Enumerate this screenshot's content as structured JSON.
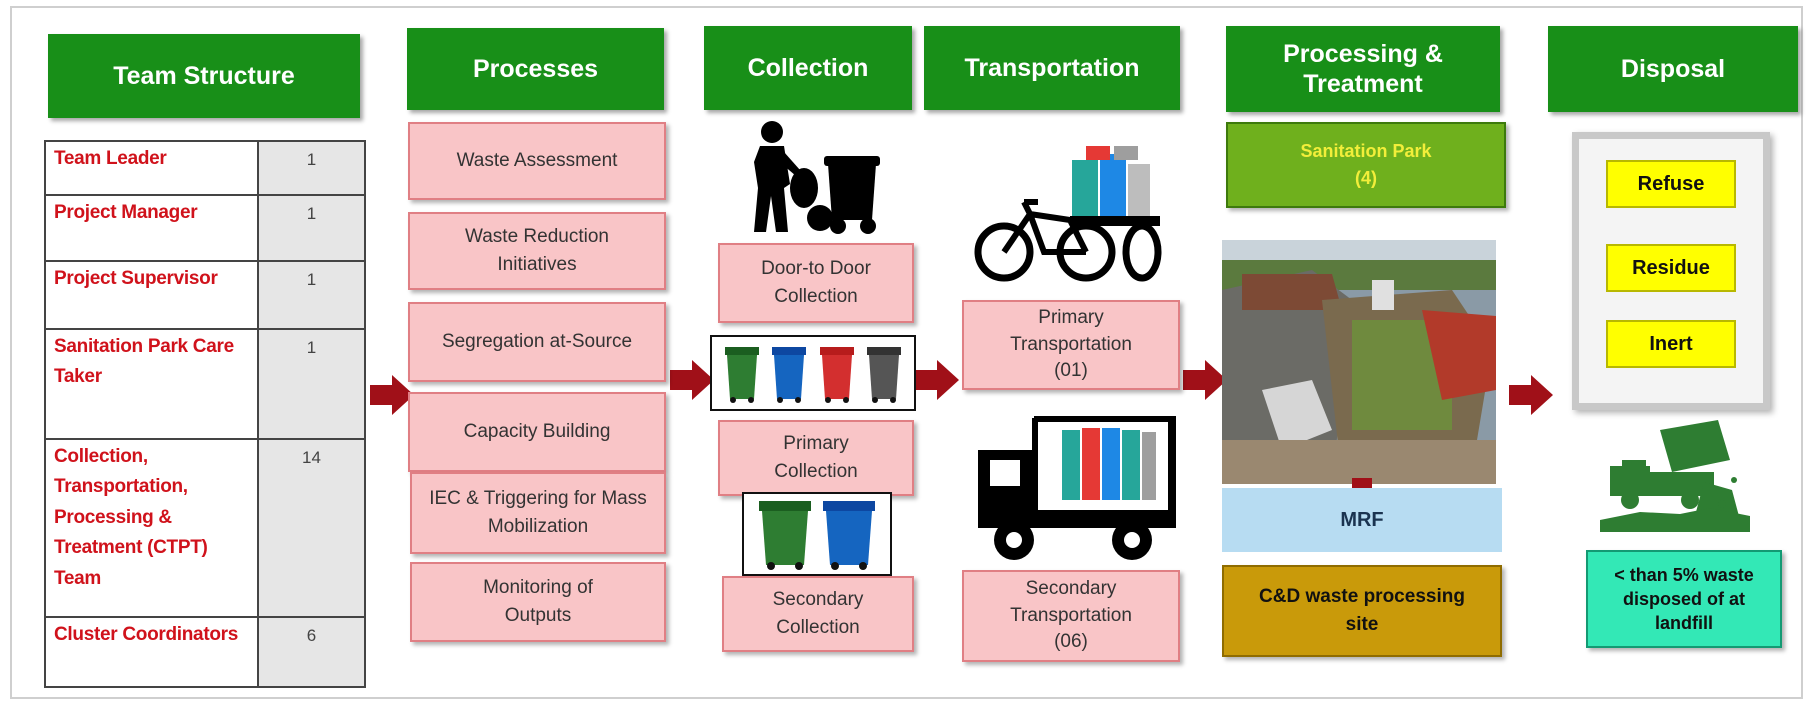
{
  "headers": {
    "team_structure": "Team Structure",
    "processes": "Processes",
    "collection": "Collection",
    "transportation": "Transportation",
    "processing_line1": "Processing &",
    "processing_line2": "Treatment",
    "disposal": "Disposal"
  },
  "team": [
    {
      "role": "Team Leader",
      "count": "1"
    },
    {
      "role": "Project Manager",
      "count": "1"
    },
    {
      "role": "Project Supervisor",
      "count": "1"
    },
    {
      "role": "Sanitation Park Care Taker",
      "count": "1"
    },
    {
      "role": "Collection, Transportation, Processing & Treatment (CTPT) Team",
      "count": "14"
    },
    {
      "role": "Cluster Coordinators",
      "count": "6"
    }
  ],
  "processes": [
    "Waste Assessment",
    "Waste Reduction Initiatives",
    "Segregation at-Source",
    "Capacity Building",
    "IEC & Triggering for Mass Mobilization",
    "Monitoring of Outputs"
  ],
  "collection": {
    "door_to_door": "Door-to Door Collection",
    "primary": "Primary Collection",
    "secondary": "Secondary Collection"
  },
  "transportation": {
    "primary_line1": "Primary",
    "primary_line2": "Transportation",
    "primary_count": "(01)",
    "secondary_line1": "Secondary",
    "secondary_line2": "Transportation",
    "secondary_count": "(06)"
  },
  "processing": {
    "sanitation_park": "Sanitation Park",
    "sanitation_park_count": "(4)",
    "mrf": "MRF",
    "cd_site": "C&D waste processing site"
  },
  "disposal": {
    "items": [
      "Refuse",
      "Residue",
      "Inert"
    ],
    "landfill_note": "< than 5% waste disposed of at landfill"
  },
  "colors": {
    "header_green": "#188f18",
    "arrow_red": "#a01018",
    "pink_box": "#f9c5c7",
    "role_red": "#d0121b",
    "yellow": "#ffff00",
    "mrf_blue": "#b7dcf2",
    "cd_gold": "#c99a0a",
    "landfill_teal": "#33e8b6",
    "bin_green": "#2e7d32",
    "bin_blue": "#1565c0",
    "bin_red": "#d32f2f",
    "bin_grey": "#555555"
  }
}
